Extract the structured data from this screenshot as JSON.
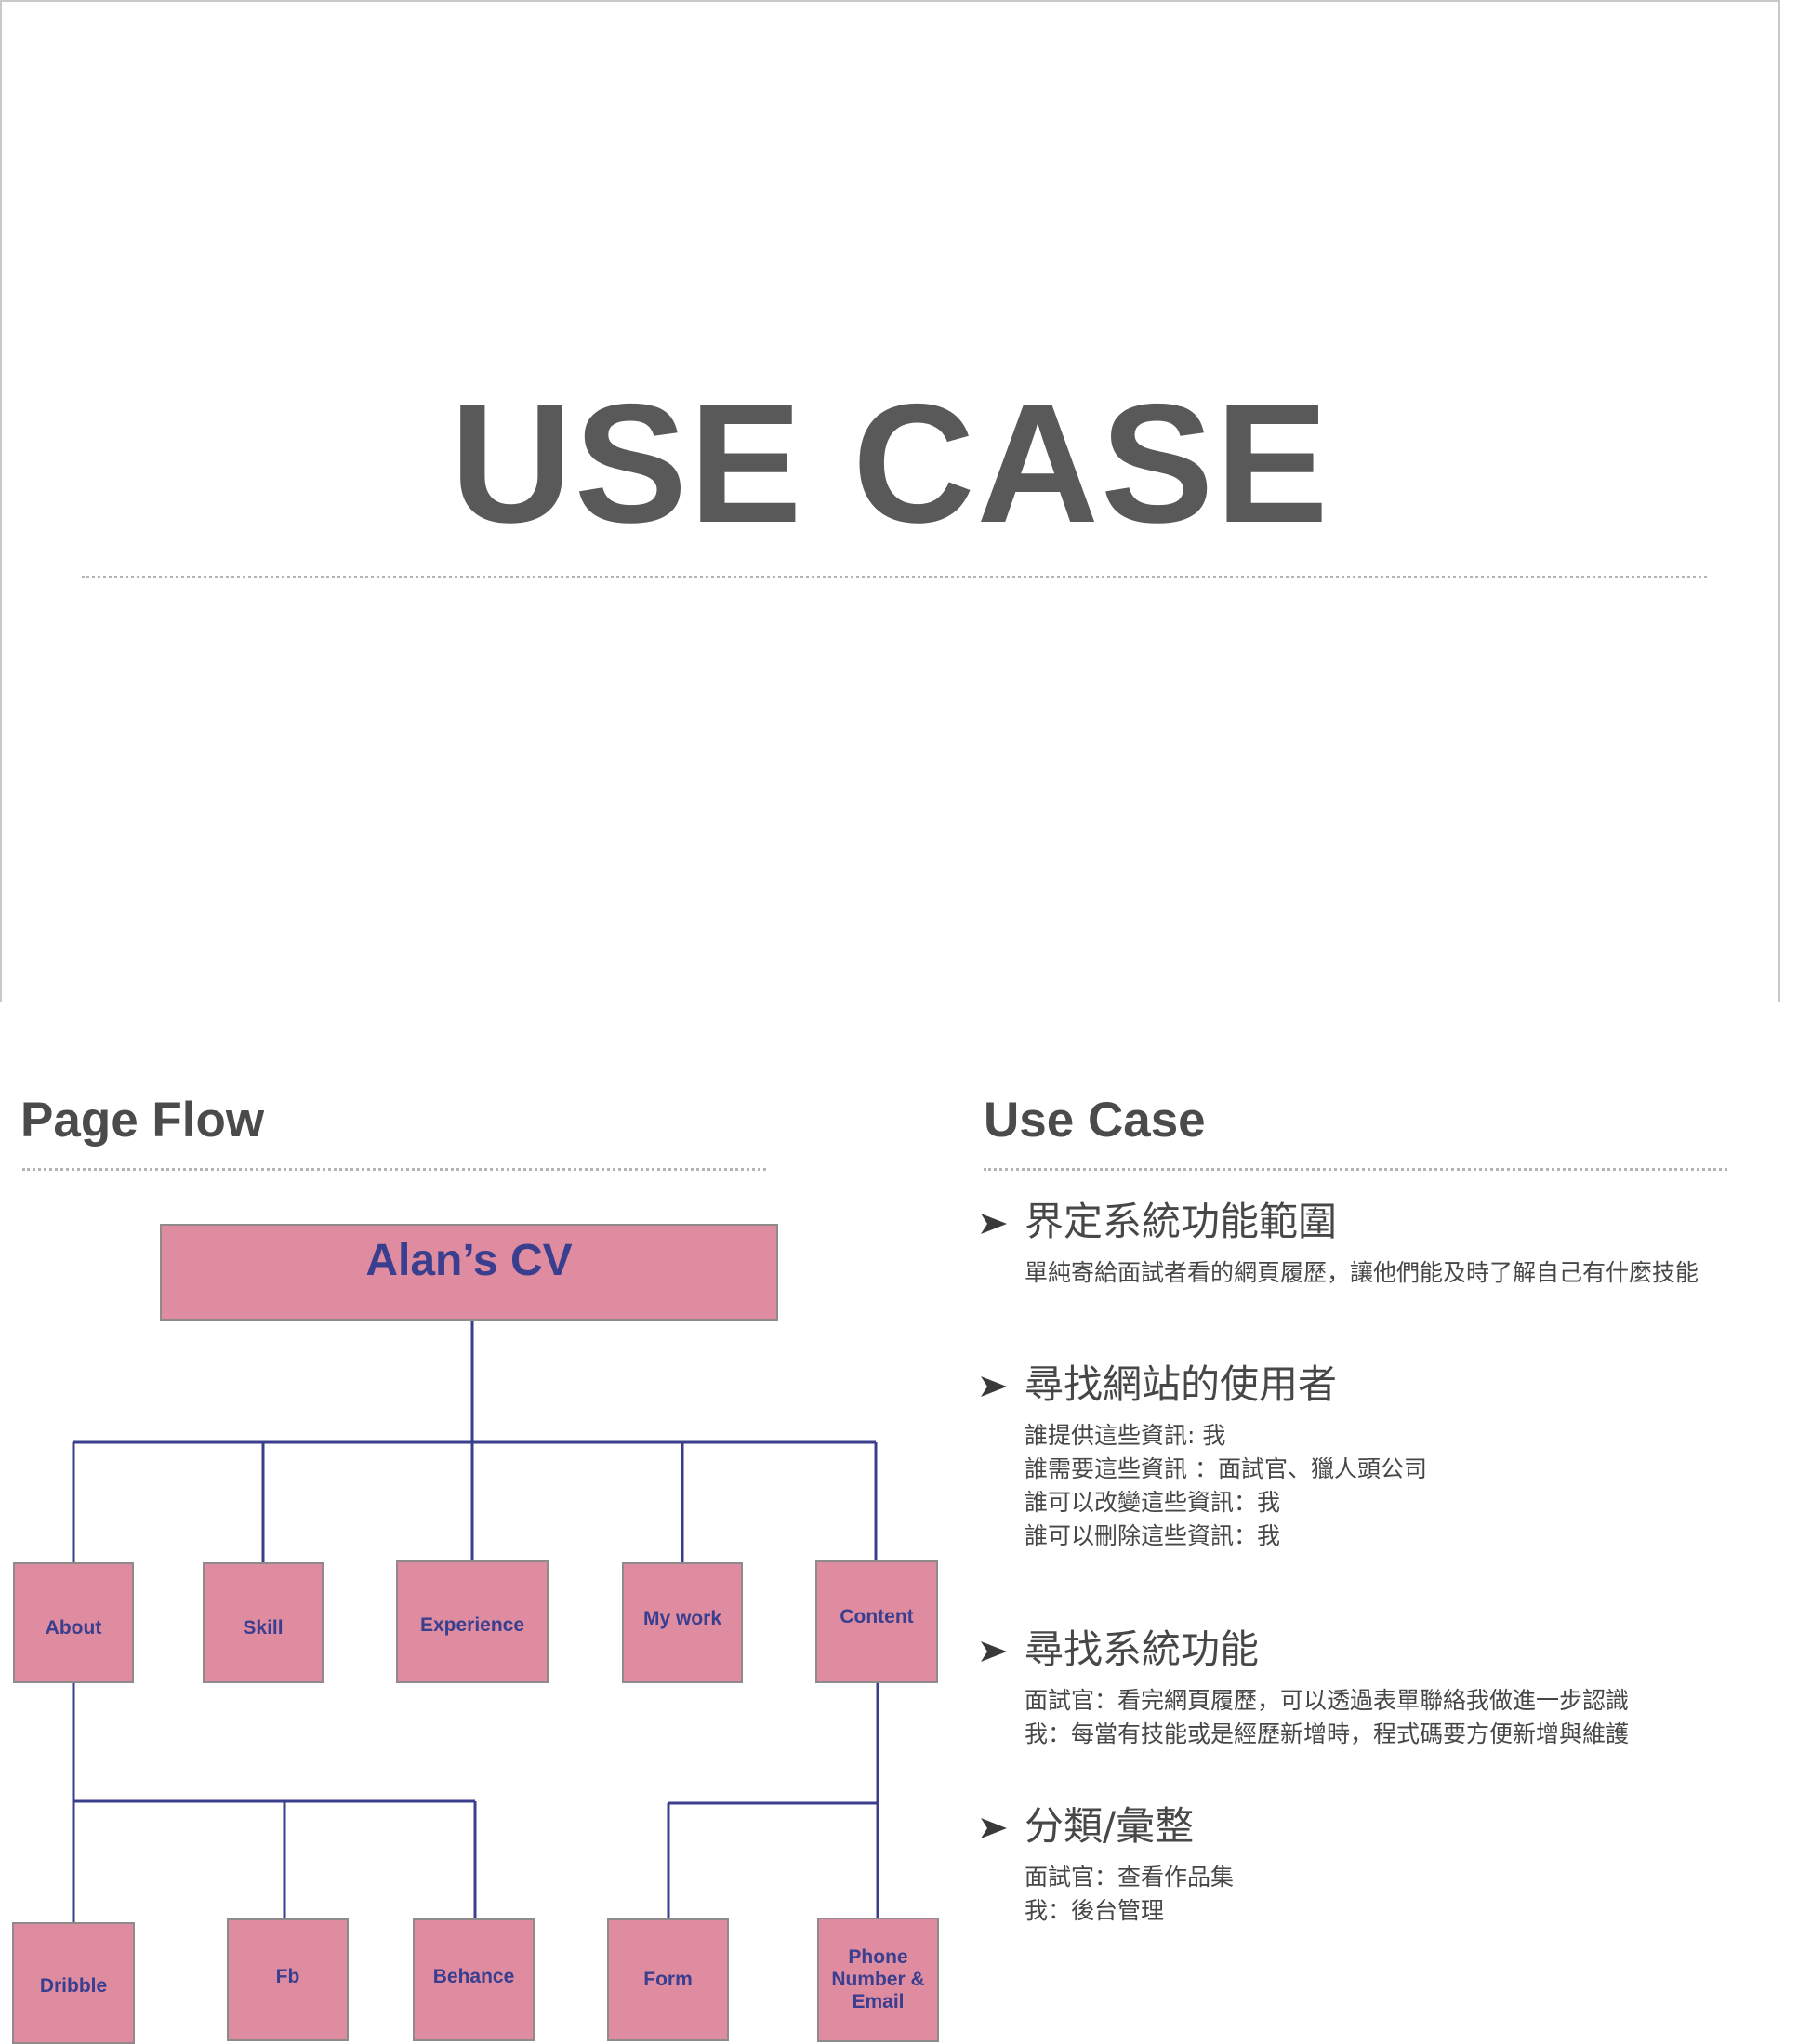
{
  "title_slide": {
    "title": "USE CASE"
  },
  "page_flow": {
    "title": "Page Flow",
    "root": "Alan’s CV",
    "level1": [
      "About",
      "Skill",
      "Experience",
      "My work",
      "Content"
    ],
    "level2": [
      "Dribble",
      "Fb",
      "Behance",
      "Form",
      "Phone Number & Email"
    ],
    "colors": {
      "box_fill": "#df8ba0",
      "box_text": "#393e8f",
      "connector": "#3b3e8c"
    }
  },
  "use_case": {
    "title": "Use Case",
    "items": [
      {
        "heading": "界定系統功能範圍",
        "lines": [
          "單純寄給面試者看的網頁履歷，讓他們能及時了解自己有什麼技能"
        ]
      },
      {
        "heading": "尋找網站的使用者",
        "lines": [
          "誰提供這些資訊: 我",
          "誰需要這些資訊 ：面試官、獵人頭公司",
          "誰可以改變這些資訊：我",
          "誰可以刪除這些資訊：我"
        ]
      },
      {
        "heading": "尋找系統功能",
        "lines": [
          "面試官：看完網頁履歷，可以透過表單聯絡我做進一步認識",
          "我：每當有技能或是經歷新增時，程式碼要方便新增與維護"
        ]
      },
      {
        "heading": "分類/彙整",
        "lines": [
          "面試官：查看作品集",
          "我：後台管理"
        ]
      }
    ]
  }
}
